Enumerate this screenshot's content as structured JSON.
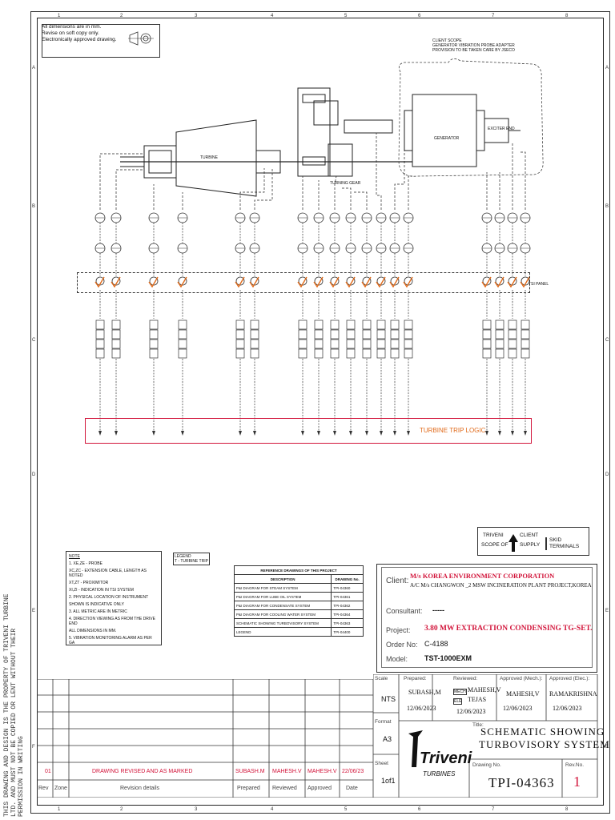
{
  "notes_top": [
    "All dimensions are in mm.",
    "Revise on soft copy only.",
    "Electronically approved drawing."
  ],
  "client_scope_note": [
    "CLIENT SCOPE",
    "GENERATOR VIBRATION PROBE ADAPTER",
    "PROVISION TO BE TAKEN CARE BY JSECO"
  ],
  "equipment": {
    "turbine": "TURBINE",
    "generator": "GENERATOR",
    "exciter": "EXCITER END",
    "turning": "TURNING GEAR"
  },
  "tsi_panel": "TSI PANEL",
  "trip_logic": "TURBINE TRIP LOGIC",
  "zones_top": [
    "1",
    "2",
    "3",
    "4",
    "5",
    "6",
    "7",
    "8"
  ],
  "zones_side": [
    "A",
    "B",
    "C",
    "D",
    "E",
    "F"
  ],
  "side_text": "THIS DRAWING AND DESIGN IS THE PROPERTY OF TRIVENI TURBINE LTD. AND MUST NOT BE COPIED OR LENT WITHOUT THEIR PERMISSION IN WRITING",
  "notes_block": {
    "title": "NOTE",
    "lines": [
      "1. XE,ZE - PROBE",
      "XC,ZC - EXTENSION CABLE, LENGTH AS NOTED",
      "XT,ZT - PROXIMITOR",
      "XI,ZI - INDICATION IN TSI SYSTEM",
      "2. PHYSICAL LOCATION OF INSTRUMENT",
      "SHOWN IS INDICATIVE ONLY",
      "3. ALL METRIC ARE IN METRIC",
      "4. DIRECTION VIEWING AS FROM THE DRIVE END",
      "ALL DIMENSIONS IN MM.",
      "5. VIBRATION MONITORING ALARM AS PER GA"
    ]
  },
  "legend_small": [
    "LEGEND",
    "T - TURBINE TRIP"
  ],
  "reference": {
    "title": "REFERENCE DRAWINGS OF THIS PROJECT",
    "headers": [
      "DESCRIPTION",
      "DRAWING No."
    ],
    "rows": [
      [
        "P&I DIAGRAM FOR STEAM SYSTEM",
        "TPI-04360"
      ],
      [
        "P&I DIAGRAM FOR LUBE OIL SYSTEM",
        "TPI-04361"
      ],
      [
        "P&I DIAGRAM FOR CONDENSATE SYSTEM",
        "TPI-04362"
      ],
      [
        "P&I DIAGRAM FOR COOLING WATER SYSTEM",
        "TPI-04364"
      ],
      [
        "SCHEMATIC SHOWING TURBOVISORY SYSTEM",
        "TPI-04363"
      ],
      [
        "LEGEND",
        "TPI-04400"
      ]
    ]
  },
  "scope_legend": {
    "triveni": "TRIVENI",
    "client": "CLIENT",
    "scope_of": "SCOPE OF",
    "supply": "SUPPLY",
    "skid": "SKID TERMINALS"
  },
  "title_block": {
    "client_label": "Client:",
    "client_name": "M/s KOREA ENVIRONMENT CORPORATION",
    "client_sub": "A/C M/s CHANGWON _2 MSW INCINERATION PLANT PROJECT,KOREA",
    "consultant_label": "Consultant:",
    "consultant_value": "-----",
    "project_label": "Project:",
    "project_value": "3.80 MW EXTRACTION CONDENSING TG-SET.",
    "order_label": "Order No:",
    "order_value": "C-4188",
    "model_label": "Model:",
    "model_value": "TST-1000EXM",
    "scale_label": "Scale",
    "scale_value": "NTS",
    "format_label": "Format",
    "format_value": "A3",
    "sheet_label": "Sheet",
    "sheet_value": "1of1",
    "prepared_label": "Prepared:",
    "prepared_name": "SUBASH,M",
    "prepared_date": "12/06/2023",
    "reviewed_label": "Reviewed:",
    "reviewed_mech_tag": "MECH",
    "reviewed_mech": "MAHESH,V",
    "reviewed_ele_tag": "ELE",
    "reviewed_ele": "TEJAS",
    "reviewed_date": "12/06/2023",
    "appr_mech_label": "Approved (Mech.):",
    "appr_mech_name": "MAHESH,V",
    "appr_mech_date": "12/06/2023",
    "appr_elec_label": "Approved (Elec.):",
    "appr_elec_name": "RAMAKRISHNA",
    "appr_elec_date": "12/06/2023",
    "title_label": "Title:",
    "title_line1": "SCHEMATIC SHOWING",
    "title_line2": "TURBOVISORY SYSTEM",
    "logo_name": "Triveni",
    "logo_sub": "TURBINES",
    "drawing_no_label": "Drawing No.",
    "drawing_no": "TPI-04363",
    "rev_label": "Rev.No.",
    "rev_value": "1"
  },
  "revision": {
    "rev": "01",
    "details": "DRAWING REVISED AND AS MARKED",
    "prepared": "SUBASH.M",
    "reviewed": "MAHESH.V",
    "approved": "MAHESH.V",
    "date": "22/06/23",
    "headers": [
      "Rev",
      "Zone",
      "Revision details",
      "Prepared",
      "Reviewed",
      "Approved",
      "Date"
    ]
  },
  "colors": {
    "accent_red": "#d2143a",
    "trip_orange": "#e06a1a",
    "line": "#222222"
  }
}
